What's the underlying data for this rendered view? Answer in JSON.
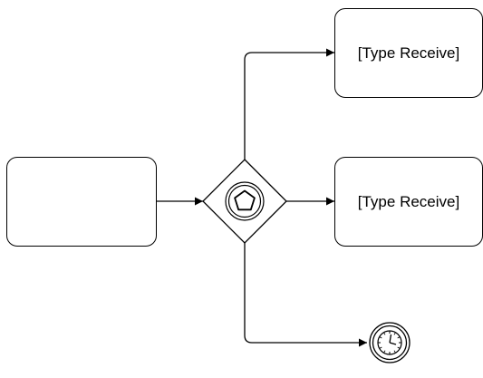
{
  "diagram": {
    "type": "bpmn",
    "start_task": {
      "label": ""
    },
    "gateway": {
      "kind": "event-based",
      "icon": "pentagon-icon"
    },
    "task_1": {
      "label": "[Type Receive]"
    },
    "task_2": {
      "label": "[Type Receive]"
    },
    "timer_event": {
      "icon": "clock-icon"
    },
    "colors": {
      "stroke": "#000000",
      "fill": "#ffffff"
    }
  }
}
